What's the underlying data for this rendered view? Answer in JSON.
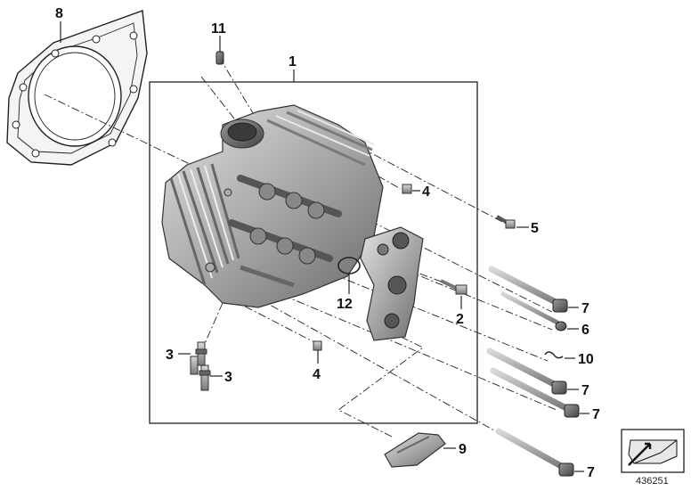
{
  "diagram": {
    "id_number": "436251",
    "callouts": [
      {
        "key": "c1",
        "label": "1"
      },
      {
        "key": "c2",
        "label": "2"
      },
      {
        "key": "c3a",
        "label": "3"
      },
      {
        "key": "c3b",
        "label": "3"
      },
      {
        "key": "c4a",
        "label": "4"
      },
      {
        "key": "c4b",
        "label": "4"
      },
      {
        "key": "c5",
        "label": "5"
      },
      {
        "key": "c6",
        "label": "6"
      },
      {
        "key": "c7a",
        "label": "7"
      },
      {
        "key": "c7b",
        "label": "7"
      },
      {
        "key": "c7c",
        "label": "7"
      },
      {
        "key": "c7d",
        "label": "7"
      },
      {
        "key": "c8",
        "label": "8"
      },
      {
        "key": "c9",
        "label": "9"
      },
      {
        "key": "c10",
        "label": "10"
      },
      {
        "key": "c11",
        "label": "11"
      },
      {
        "key": "c12",
        "label": "12"
      }
    ]
  },
  "colors": {
    "metal_light": "#c9c9c9",
    "metal_mid": "#9b9b9b",
    "metal_dark": "#5e5e5e",
    "line": "#111111"
  }
}
